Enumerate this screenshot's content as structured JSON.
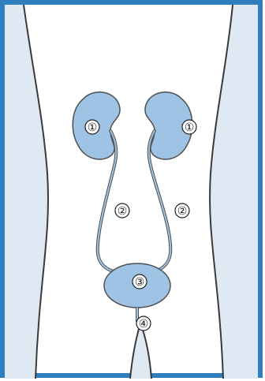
{
  "colors": {
    "border": "#2f7ebd",
    "skin": "#dfe9f4",
    "organ_fill": "#9fc3e4",
    "organ_stroke": "#4f4f4f",
    "body_outline": "#3a3a3a",
    "marker_fill": "#ffffff",
    "marker_stroke": "#1e1e1e"
  },
  "labels": {
    "kidney_left": "①",
    "kidney_right": "①",
    "ureter_left": "②",
    "ureter_right": "②",
    "bladder": "③",
    "urethra": "④"
  }
}
